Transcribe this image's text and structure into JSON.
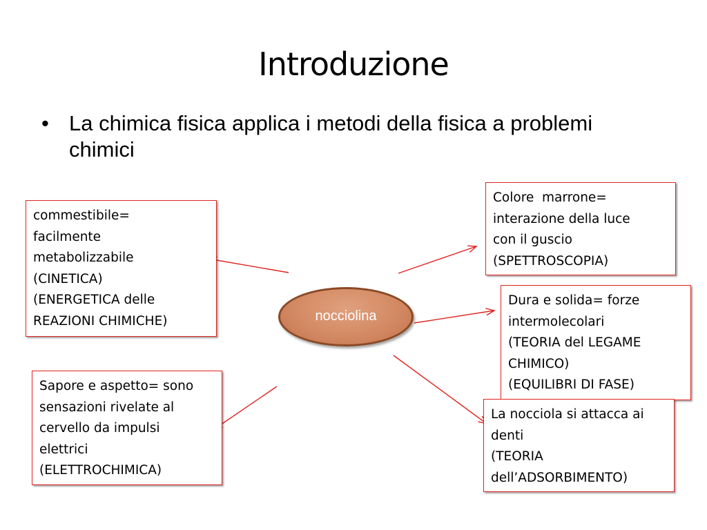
{
  "slide": {
    "title": "Introduzione",
    "bullet_marker": "•",
    "bullet": "La chimica fisica applica i metodi della fisica a problemi chimici"
  },
  "center_node": {
    "label": "nocciolina",
    "fill": "#d38a63",
    "stroke": "#8a4a25"
  },
  "boxes": {
    "cinetica": {
      "lines": [
        "commestibile=",
        "facilmente",
        "metabolizzabile",
        "(CINETICA)",
        "(ENERGETICA delle",
        "REAZIONI CHIMICHE)"
      ]
    },
    "spettroscopia": {
      "lines": [
        "Colore  marrone=",
        "interazione della luce",
        "con il guscio",
        "(SPETTROSCOPIA)"
      ]
    },
    "legame": {
      "lines": [
        "Dura e solida= forze",
        "intermolecolari",
        "(TEORIA del LEGAME",
        "CHIMICO)",
        "(EQUILIBRI DI FASE)"
      ]
    },
    "elettrochimica": {
      "lines": [
        "Sapore e aspetto= sono",
        "sensazioni rivelate al",
        "cervello da impulsi",
        "elettrici",
        "(ELETTROCHIMICA)"
      ]
    },
    "adsorbimento": {
      "lines": [
        "La nocciola si attacca ai",
        "denti",
        "(TEORIA",
        "dell’ADSORBIMENTO)"
      ]
    }
  },
  "colors": {
    "box_border": "#e0221e",
    "arrow": "#e0221e"
  }
}
